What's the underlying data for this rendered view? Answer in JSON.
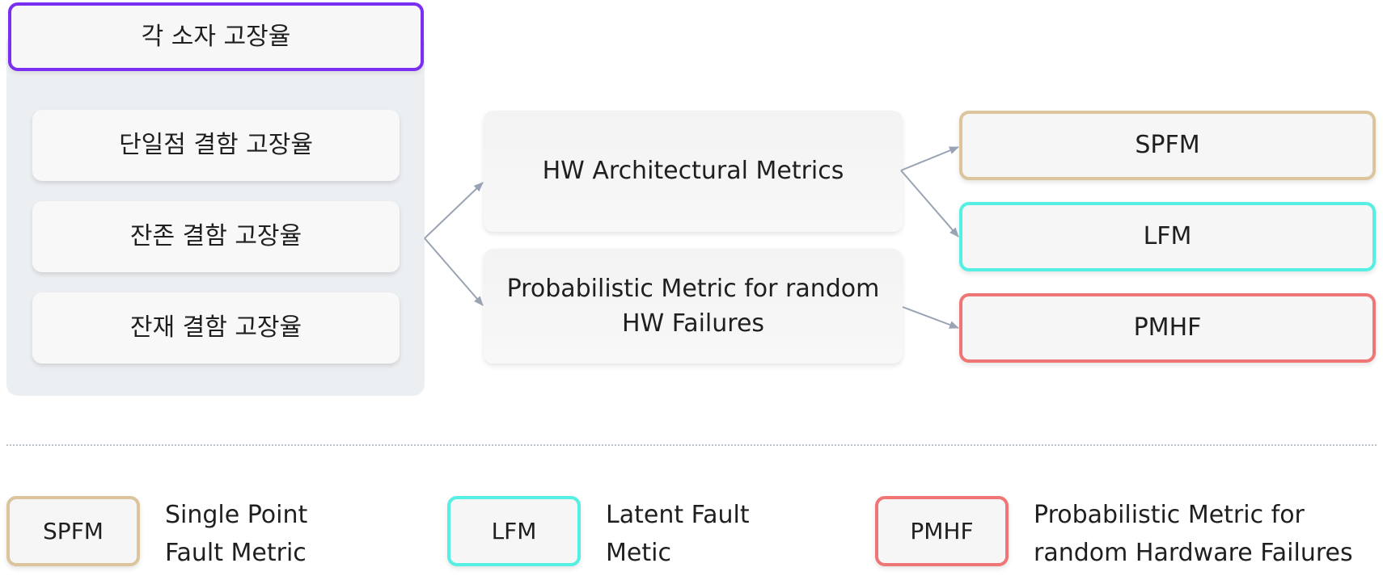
{
  "left_group": {
    "header": "각 소자 고장율",
    "items": [
      "단일점 결함 고장율",
      "잔존 결함 고장율",
      "잔재 결함 고장율"
    ]
  },
  "metrics": {
    "architectural": "HW Architectural Metrics",
    "probabilistic_line1": "Probabilistic Metric for random",
    "probabilistic_line2": "HW Failures"
  },
  "outputs": {
    "spfm": "SPFM",
    "lfm": "LFM",
    "pmhf": "PMHF"
  },
  "legend": [
    {
      "key": "SPFM",
      "line1": "Single Point",
      "line2": "Fault Metric",
      "color": "#dcc49c"
    },
    {
      "key": "LFM",
      "line1": "Latent Fault",
      "line2": "Metic",
      "color": "#55efe3"
    },
    {
      "key": "PMHF",
      "line1": "Probabilistic Metric for",
      "line2": "random Hardware Failures",
      "color": "#f07575"
    }
  ],
  "colors": {
    "header_border": "#7b2ff2",
    "panel_bg": "#eceff2",
    "arrow": "#9aa3b3"
  }
}
